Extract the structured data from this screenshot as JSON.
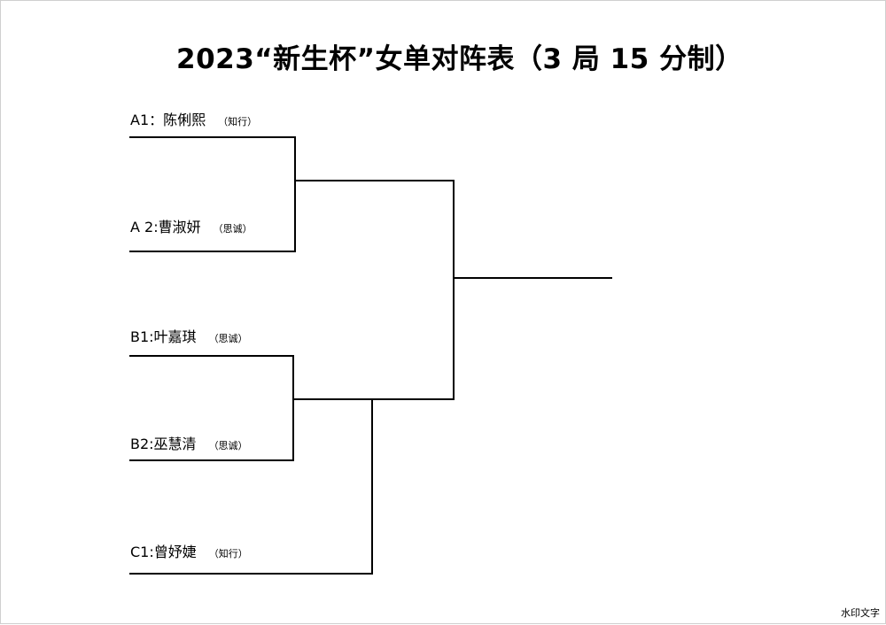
{
  "title": "2023“新生杯”女单对阵表（3 局 15 分制）",
  "players": [
    {
      "seed": "A1：",
      "name": "陈俐熙",
      "school": "（知行）"
    },
    {
      "seed": "A 2:",
      "name": "曹淑妍",
      "school": "（思诚）"
    },
    {
      "seed": "B1:",
      "name": "叶嘉琪",
      "school": "（思诚）"
    },
    {
      "seed": "B2:",
      "name": "巫慧清",
      "school": "（思诚）"
    },
    {
      "seed": "C1:",
      "name": "曾妤婕",
      "school": "（知行）"
    }
  ],
  "watermark": "水印文字"
}
